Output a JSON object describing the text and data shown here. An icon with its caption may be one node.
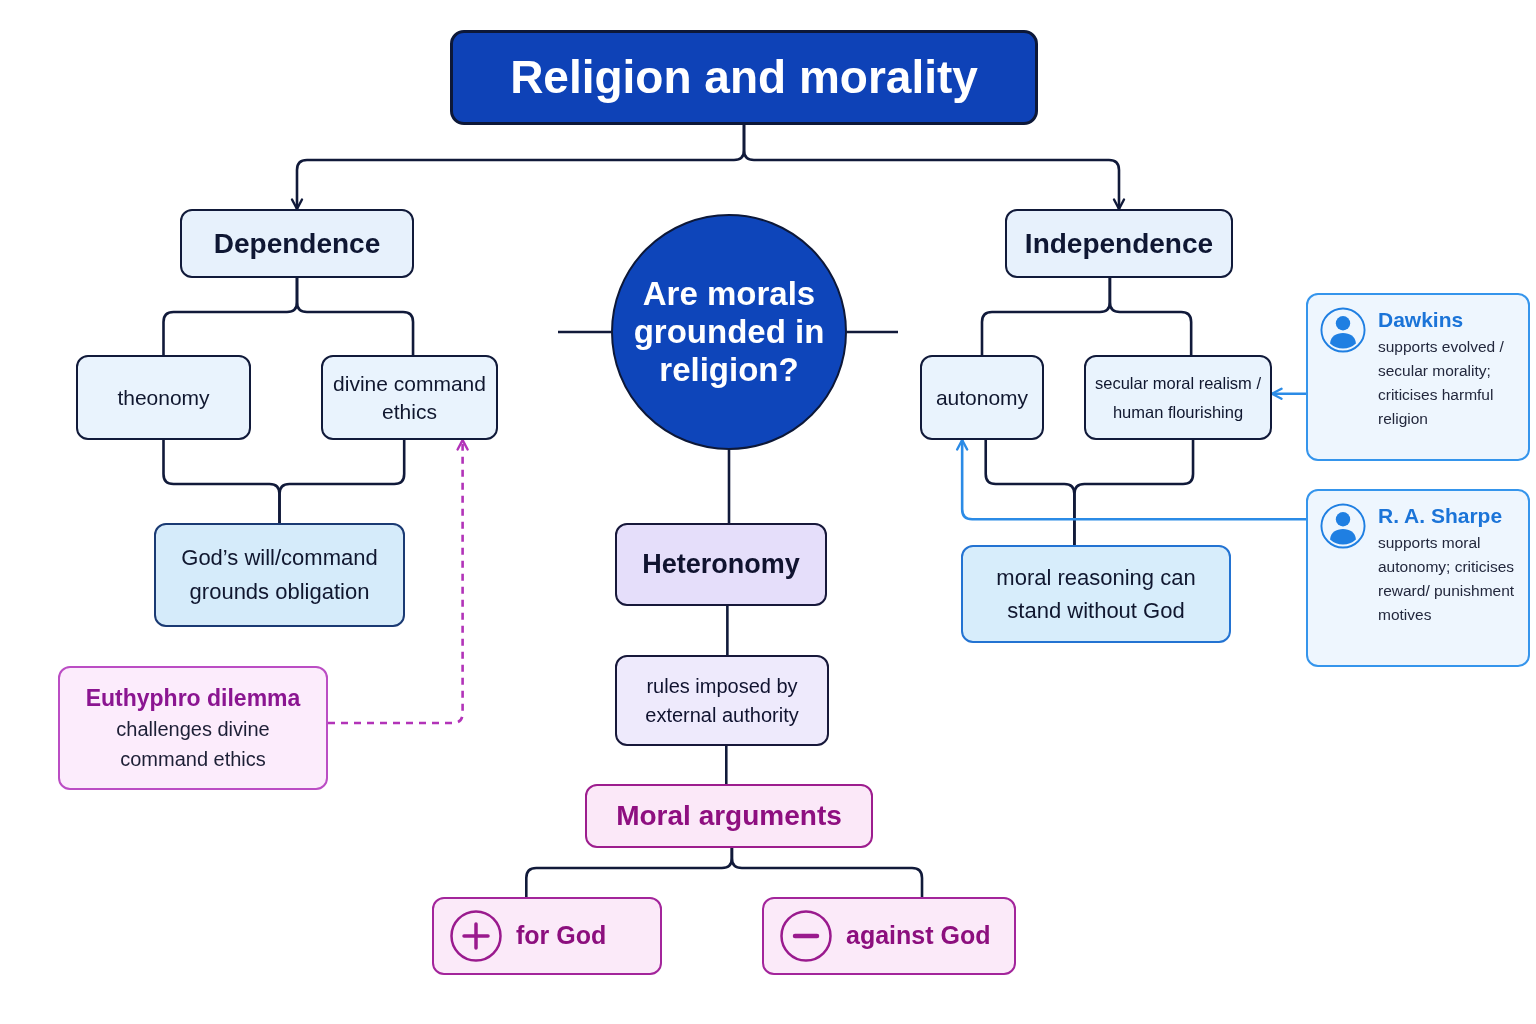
{
  "diagram": {
    "nodes": [
      {
        "text": [
          "Religion and morality"
        ]
      },
      {
        "text": [
          "Dependence"
        ]
      },
      {
        "text": [
          "Independence"
        ]
      },
      {
        "text": [
          "Are morals grounded in religion?"
        ]
      },
      {
        "text": [
          "theonomy"
        ]
      },
      {
        "text": [
          "divine command ethics"
        ]
      },
      {
        "text": [
          "autonomy"
        ]
      },
      {
        "text": [
          "secular moral realism / human flourishing"
        ]
      },
      {
        "text": [
          "Dawkins",
          "supports evolved / secular morality; criticises harmful religion"
        ]
      },
      {
        "text": [
          "God’s will/command grounds obligation"
        ]
      },
      {
        "text": [
          "Heteronomy"
        ]
      },
      {
        "text": [
          "moral reasoning can stand without God"
        ]
      },
      {
        "text": [
          "R. A. Sharpe",
          "supports moral autonomy; criticises reward/ punishment motives"
        ]
      },
      {
        "text": [
          "Euthyphro dilemma",
          "challenges divine command ethics"
        ]
      },
      {
        "text": [
          "rules imposed by external authority"
        ]
      },
      {
        "text": [
          "Moral arguments"
        ]
      },
      {
        "text": [
          "for God"
        ]
      },
      {
        "text": [
          "against God"
        ]
      }
    ],
    "edges": [
      {
        "from": 0,
        "to": 1,
        "arrow": "to"
      },
      {
        "from": 0,
        "to": 2,
        "arrow": "to"
      },
      {
        "from": 1,
        "to": 4,
        "arrow": "none"
      },
      {
        "from": 1,
        "to": 5,
        "arrow": "none"
      },
      {
        "from": 4,
        "to": 9,
        "arrow": "none"
      },
      {
        "from": 5,
        "to": 9,
        "arrow": "none"
      },
      {
        "from": 2,
        "to": 6,
        "arrow": "none"
      },
      {
        "from": 2,
        "to": 7,
        "arrow": "none"
      },
      {
        "from": 6,
        "to": 11,
        "arrow": "none"
      },
      {
        "from": 7,
        "to": 11,
        "arrow": "none"
      },
      {
        "from": 3,
        "to": null,
        "arrow": "none"
      },
      {
        "from": 3,
        "to": null,
        "arrow": "none"
      },
      {
        "from": 3,
        "to": 10,
        "arrow": "none"
      },
      {
        "from": 10,
        "to": 14,
        "arrow": "none"
      },
      {
        "from": 14,
        "to": 15,
        "arrow": "none"
      },
      {
        "from": 15,
        "to": 16,
        "arrow": "none"
      },
      {
        "from": 15,
        "to": 17,
        "arrow": "none"
      },
      {
        "from": 13,
        "to": 5,
        "arrow": "to",
        "style": "dashed",
        "color": "#b233b8"
      },
      {
        "from": 8,
        "to": 7,
        "arrow": "to",
        "color": "#2b8be6"
      },
      {
        "from": 12,
        "to": 6,
        "arrow": "to",
        "color": "#2b8be6"
      }
    ]
  }
}
